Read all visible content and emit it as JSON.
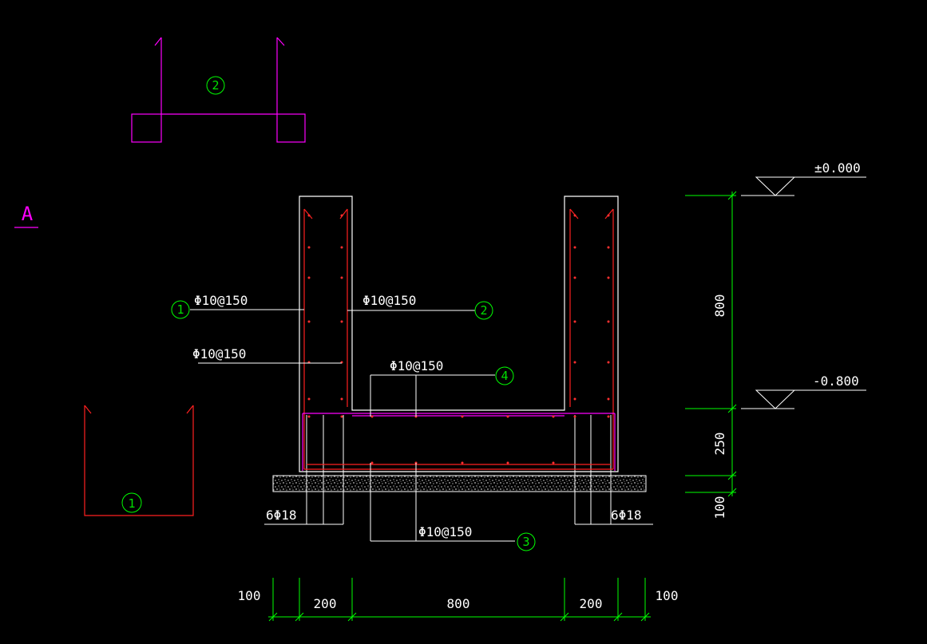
{
  "section_label": "A",
  "markers": {
    "m1": "1",
    "m2": "2",
    "m3": "3",
    "m4": "4"
  },
  "rebar": {
    "r1": "Φ10@150",
    "r2": "Φ10@150",
    "r_mid": "Φ10@150",
    "r4": "Φ10@150",
    "r3": "Φ10@150",
    "left_main": "6Φ18",
    "right_main": "6Φ18"
  },
  "elevations": {
    "top": "±0.000",
    "bottom": "-0.800"
  },
  "vertical_dims": {
    "d1": "800",
    "d2": "250",
    "d3": "100"
  },
  "horizontal_dims": [
    "100",
    "200",
    "800",
    "200",
    "100"
  ],
  "colors": {
    "background": "#000000",
    "concrete": "#ffffff",
    "rebar_red": "#ff2020",
    "stirrup_magenta": "#ff00ff",
    "dimension_green": "#00ff00"
  }
}
